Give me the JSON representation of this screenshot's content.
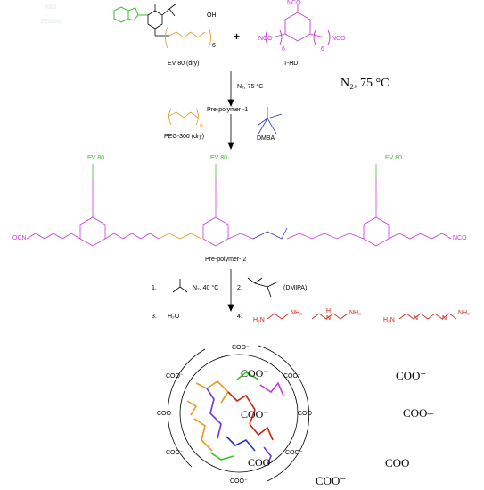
{
  "watermark_lines": [
    "3000",
    "PEG300",
    "",
    "",
    "",
    "",
    "",
    "",
    "",
    ""
  ],
  "reactants": {
    "ev80_label": "EV 80 (dry)",
    "ev80_subscript": "6",
    "plus": "+",
    "thdi_label": "T-HDI",
    "thdi_subscripts": [
      "6",
      "6"
    ],
    "nco": "NCO",
    "oh": "OH"
  },
  "step1": {
    "condition": "N₂, 75 °C",
    "condition_large": "N₂, 75 °C",
    "product": "Pre-polymer -1"
  },
  "step2": {
    "peg_label": "PEG-300 (dry)",
    "peg_sub": "n",
    "dmba_label": "DMBA",
    "product": "Pre-polymer- 2"
  },
  "prepolymer2": {
    "ev80_tags": [
      "EV 80",
      "EV 80",
      "EV 80"
    ],
    "end_groups": [
      "OCN",
      "NCO"
    ]
  },
  "step3": {
    "item1_num": "1.",
    "item1_cond": "N₂, 40 °C",
    "item2_num": "2.",
    "item2_label": "(DMIPA)",
    "item3_num": "3.",
    "item3_label": "H₂O",
    "item4_num": "4.",
    "amines": [
      "H₂N",
      "NH₂",
      "H",
      "N",
      "NH₂",
      "H₂N",
      "N",
      "N",
      "NH₂"
    ]
  },
  "particle": {
    "coo_small": "COO⁻",
    "coo_large": "COO⁻",
    "coo_dash": "COO–"
  },
  "colors": {
    "benzotriazole": "#3bbf2a",
    "isocyanurate": "#c43ad6",
    "peg": "#e89a1a",
    "dmba": "#2b36b8",
    "amine": "#d02010"
  }
}
